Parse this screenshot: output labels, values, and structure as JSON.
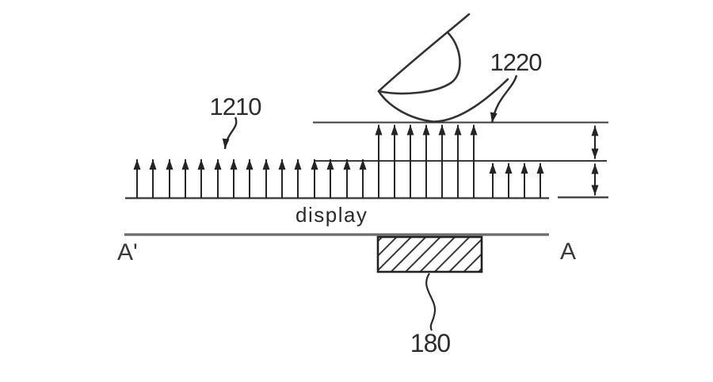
{
  "figure": {
    "labels": {
      "ref_1210": "1210",
      "ref_1220": "1220",
      "ref_180": "180",
      "display_text": "display",
      "section_marker_left": "A'",
      "section_marker_right": "A"
    },
    "colors": {
      "background": "#ffffff",
      "ink": "#2e2e2e",
      "section_line_gray": "#6b6b6b"
    }
  }
}
